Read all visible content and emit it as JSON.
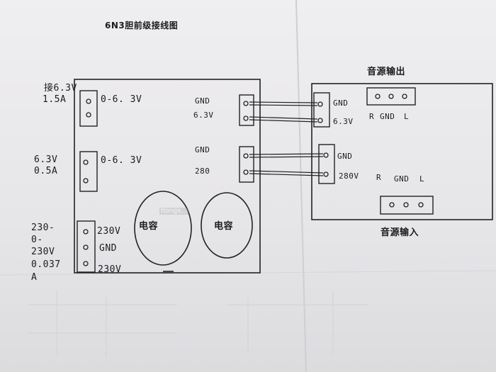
{
  "diagram": {
    "title": "6N3胆前级接线图",
    "main_board": {
      "cap_left": "电容",
      "cap_right": "电容",
      "watermark": "tlongx..."
    },
    "heater1": {
      "side_label_line1": "接6.3V",
      "side_label_line2": "1.5A",
      "connector_label": "0-6. 3V"
    },
    "heater2": {
      "side_label_line1": "6.3V",
      "side_label_line2": "0.5A",
      "connector_label": "0-6. 3V"
    },
    "mains": {
      "side_label_line1": "230-",
      "side_label_line2": "0-",
      "side_label_line3": "230V",
      "side_label_line4": "0.037",
      "side_label_line5": "A",
      "pin1": "230V",
      "pin2": "GND",
      "pin3": "230V"
    },
    "board_out_upper": {
      "gnd": "GND",
      "v": "6.3V"
    },
    "board_out_lower": {
      "gnd": "GND",
      "v": "280"
    },
    "sub_board": {
      "output_title": "音源输出",
      "input_title": "音源输入",
      "upper": {
        "gnd": "GND",
        "v": "6.3V"
      },
      "lower": {
        "gnd": "GND",
        "v": "280V"
      },
      "out_r": "R",
      "out_gnd": "GND",
      "out_l": "L",
      "in_r": "R",
      "in_gnd": "GND",
      "in_l": "L"
    }
  }
}
